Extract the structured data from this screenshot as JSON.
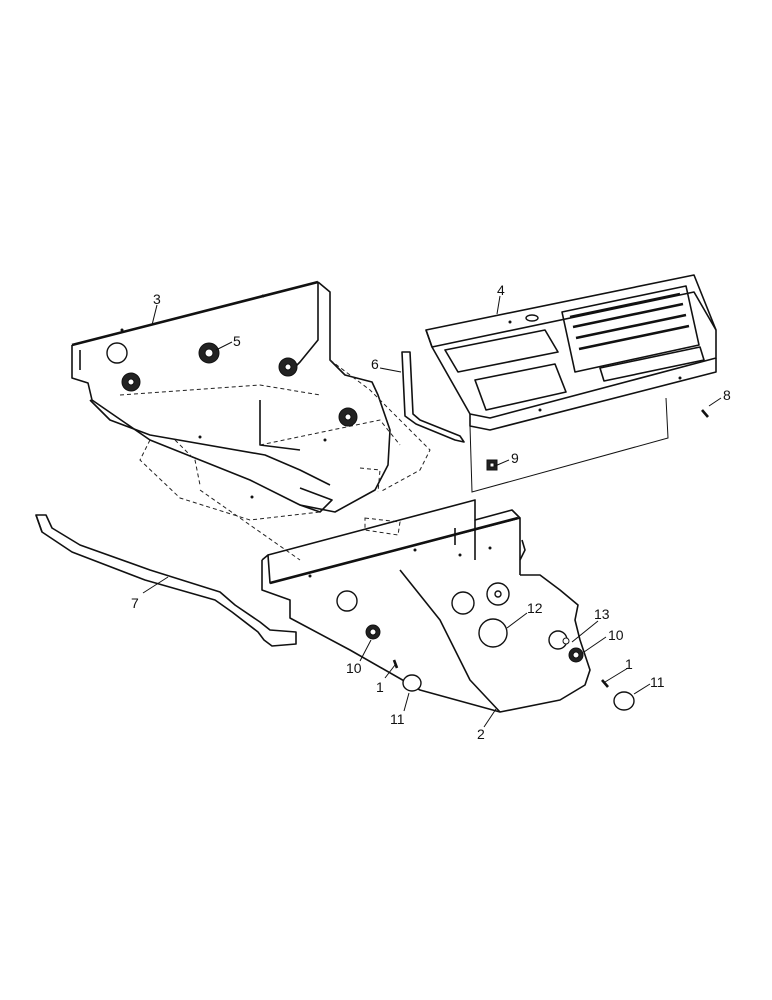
{
  "colors": {
    "line": "#111111",
    "background": "#ffffff"
  },
  "callouts": [
    {
      "id": "c3",
      "text": "3"
    },
    {
      "id": "c4",
      "text": "4"
    },
    {
      "id": "c5",
      "text": "5"
    },
    {
      "id": "c6",
      "text": "6"
    },
    {
      "id": "c7",
      "text": "7"
    },
    {
      "id": "c8",
      "text": "8"
    },
    {
      "id": "c9",
      "text": "9"
    },
    {
      "id": "c12",
      "text": "12"
    },
    {
      "id": "c13",
      "text": "13"
    },
    {
      "id": "c10a",
      "text": "10"
    },
    {
      "id": "c10b",
      "text": "10"
    },
    {
      "id": "c1a",
      "text": "1"
    },
    {
      "id": "c1b",
      "text": "1"
    },
    {
      "id": "c11a",
      "text": "11"
    },
    {
      "id": "c11b",
      "text": "11"
    },
    {
      "id": "c2",
      "text": "2"
    }
  ]
}
